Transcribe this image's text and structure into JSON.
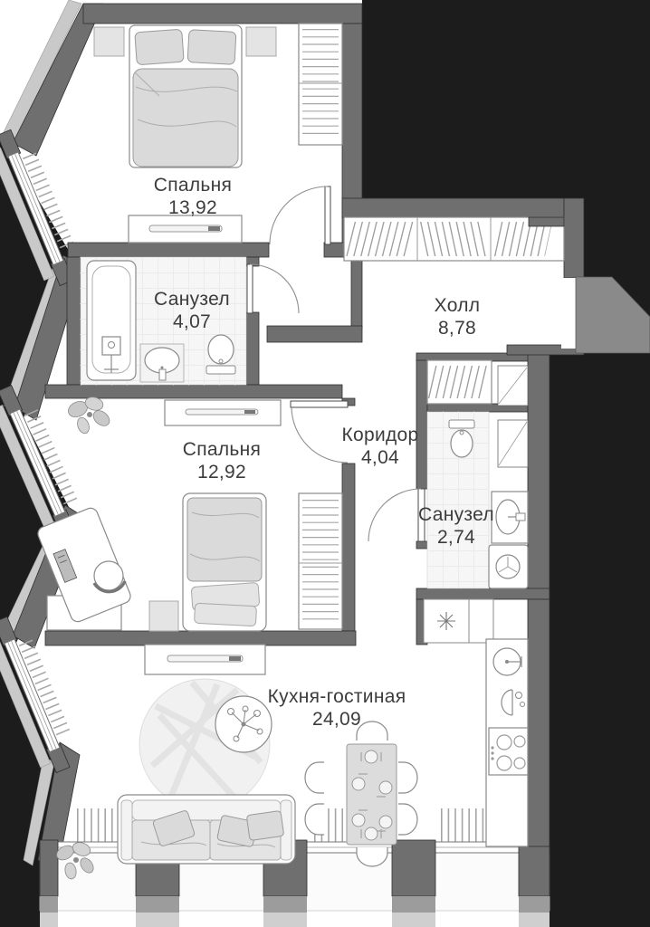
{
  "plan": {
    "rooms": [
      {
        "id": "bedroom-1",
        "name": "Спальня",
        "area": "13,92"
      },
      {
        "id": "bathroom-1",
        "name": "Санузел",
        "area": "4,07"
      },
      {
        "id": "hall",
        "name": "Холл",
        "area": "8,78"
      },
      {
        "id": "bedroom-2",
        "name": "Спальня",
        "area": "12,92"
      },
      {
        "id": "corridor",
        "name": "Коридор",
        "area": "4,04"
      },
      {
        "id": "bathroom-2",
        "name": "Санузел",
        "area": "2,74"
      },
      {
        "id": "kitchen-living",
        "name": "Кухня-гостиная",
        "area": "24,09"
      }
    ],
    "colors": {
      "background": "#ffffff",
      "void": "#1c1c1c",
      "wall": "#6f6f6f",
      "wall_outline": "#2f2f2f",
      "slab": "#c9c9c9",
      "entrance": "#8a8a8a",
      "furniture_line": "#8a8a8a",
      "soft_fill": "#dadada",
      "text": "#3c3c3c"
    },
    "symbols": [
      "double-bed",
      "single-bed",
      "nightstand",
      "wardrobe",
      "dresser",
      "bathtub",
      "sink",
      "toilet",
      "washing-machine",
      "stove",
      "kitchen-sink",
      "dining-table",
      "chair",
      "sofa",
      "rug",
      "coffee-table",
      "plant",
      "desk",
      "desk-chair",
      "radiator",
      "window",
      "door-arc",
      "ventilation-shaft",
      "entrance-door"
    ]
  }
}
